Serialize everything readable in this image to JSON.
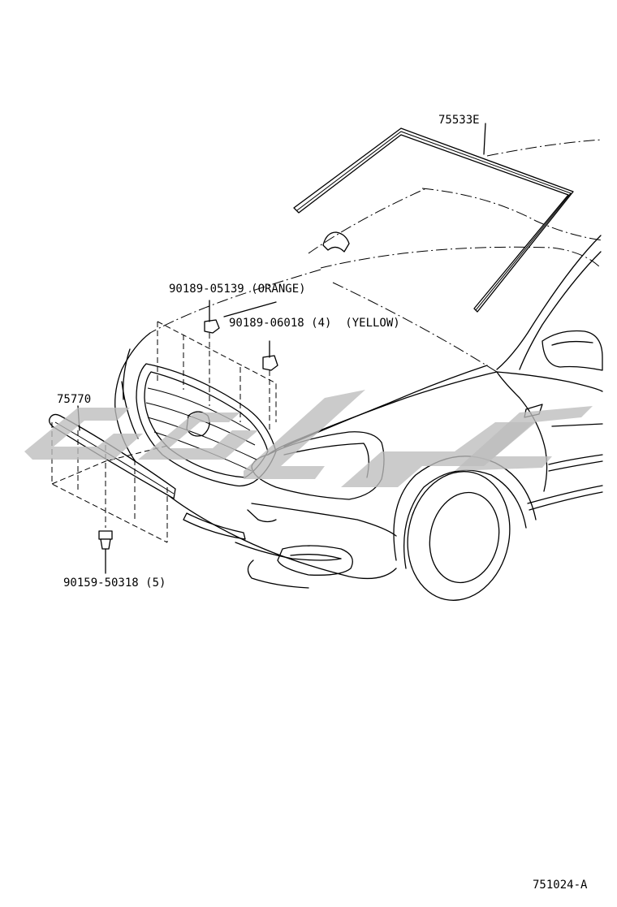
{
  "diagram": {
    "callouts": [
      {
        "id": "windshield-molding",
        "text": "75533E"
      },
      {
        "id": "hood-molding",
        "text": "75770"
      },
      {
        "id": "clip-orange",
        "text": "90189-05139 (ORANGE)"
      },
      {
        "id": "clip-yellow",
        "text": "90189-06018 (4)  (YELLOW)"
      },
      {
        "id": "screw",
        "text": "90159-50318 (5)"
      }
    ],
    "figure_code": "751024-A"
  }
}
